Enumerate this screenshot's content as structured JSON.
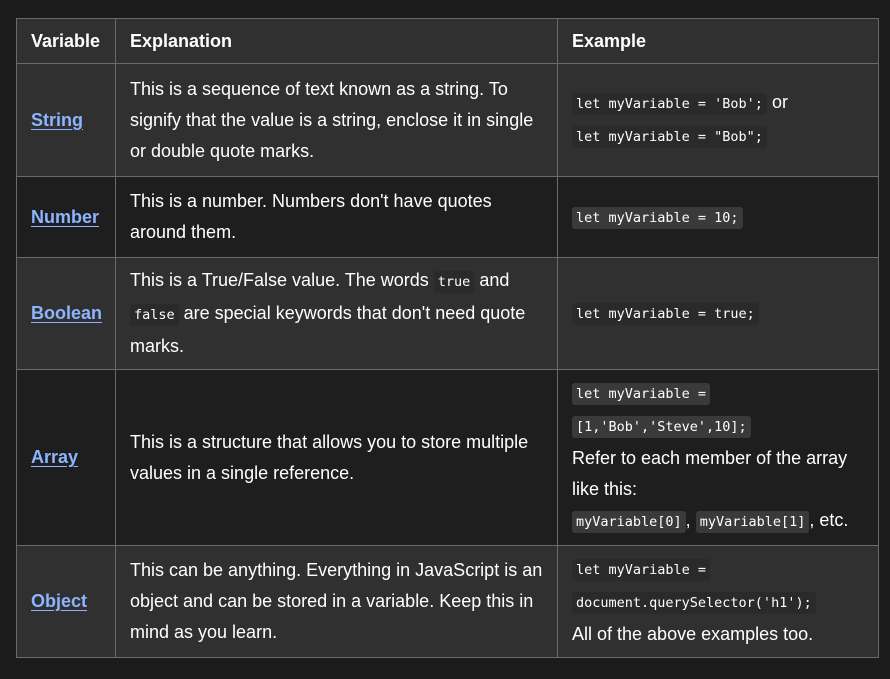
{
  "headers": {
    "variable": "Variable",
    "explanation": "Explanation",
    "example": "Example"
  },
  "rows": [
    {
      "name": "String",
      "explanation": "This is a sequence of text known as a string. To signify that the value is a string, enclose it in single or double quote marks.",
      "code1": "let myVariable = 'Bob';",
      "joiner": " or",
      "code2": "let myVariable = \"Bob\";"
    },
    {
      "name": "Number",
      "explanation": "This is a number. Numbers don't have quotes around them.",
      "code1": "let myVariable = 10;"
    },
    {
      "name": "Boolean",
      "exp_before": "This is a True/False value. The words ",
      "exp_code1": "true",
      "exp_mid": " and ",
      "exp_code2": "false",
      "exp_after": " are special keywords that don't need quote marks.",
      "code1": "let myVariable = true;"
    },
    {
      "name": "Array",
      "explanation": "This is a structure that allows you to store multiple values in a single reference.",
      "code1a": "let myVariable =",
      "code1b": "[1,'Bob','Steve',10];",
      "text": "Refer to each member of the array like this:",
      "code2": "myVariable[0]",
      "sep": ", ",
      "code3": "myVariable[1]",
      "tail": ", etc."
    },
    {
      "name": "Object",
      "explanation": "This can be anything. Everything in JavaScript is an object and can be stored in a variable. Keep this in mind as you learn.",
      "code1a": "let myVariable =",
      "code1b": "document.querySelector('h1');",
      "text": "All of the above examples too."
    }
  ]
}
